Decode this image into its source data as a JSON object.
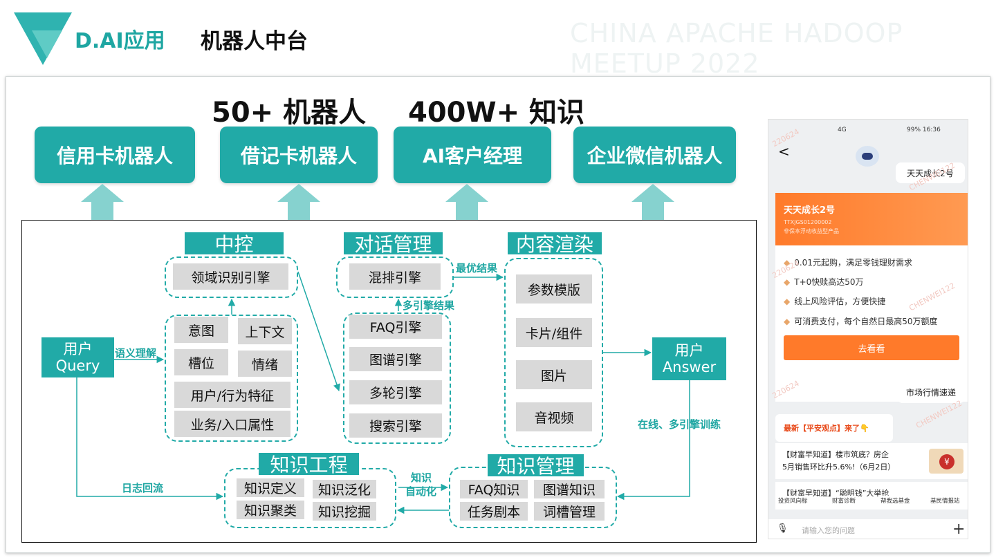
{
  "header": {
    "brand": "D.AI应用",
    "title": "机器人中台",
    "watermark": "CHINA APACHE HADOOP MEETUP 2022"
  },
  "stats": [
    "50+ 机器人",
    "400W+ 知识"
  ],
  "robots": [
    "信用卡机器人",
    "借记卡机器人",
    "AI客户经理",
    "企业微信机器人"
  ],
  "diagram": {
    "user_query": {
      "line1": "用户",
      "line2": "Query"
    },
    "user_answer": {
      "line1": "用户",
      "line2": "Answer"
    },
    "zhongkong": {
      "title": "中控",
      "engine": "领域识别引擎",
      "features": [
        "意图",
        "上下文",
        "槽位",
        "情绪",
        "用户/行为特征",
        "业务/入口属性"
      ]
    },
    "dialog": {
      "title": "对话管理",
      "mix": "混排引擎",
      "engines": [
        "FAQ引擎",
        "图谱引擎",
        "多轮引擎",
        "搜索引擎"
      ]
    },
    "render": {
      "title": "内容渲染",
      "items": [
        "参数模版",
        "卡片/组件",
        "图片",
        "音视频"
      ]
    },
    "k_eng": {
      "title": "知识工程",
      "items": [
        "知识定义",
        "知识泛化",
        "知识聚类",
        "知识挖掘"
      ]
    },
    "k_mgmt": {
      "title": "知识管理",
      "items": [
        "FAQ知识",
        "图谱知识",
        "任务剧本",
        "词槽管理"
      ]
    },
    "labels": {
      "semantic": "语义理解",
      "best": "最优结果",
      "multi": "多引擎结果",
      "log": "日志回流",
      "auto1": "知识",
      "auto2": "自动化",
      "online": "在线、多引擎训练"
    }
  },
  "phone": {
    "status_left": "4G ",
    "status_right": "99% 16:36",
    "back": "<",
    "user_msg1": "天天成长2号",
    "card_title": "天天成长2号",
    "card_code": "TTXJGS01200002",
    "card_sub": "非保本浮动收益型产品",
    "features": [
      "0.01元起购，满足零钱理财需求",
      "T+0快赎高达50万",
      "线上风险评估，方便快捷",
      "可消费支付，每个自然日最高50万额度"
    ],
    "card_btn": "去看看",
    "user_msg2": "市场行情速递",
    "news_title": "最新【平安观点】来了👇",
    "news1_a": "【财富早知道】楼市筑底？房企",
    "news1_b": "5月销售环比升5.6%!（6月2日）",
    "news2_a": "【财富早知道】“聪明钱”大举抢",
    "quick": [
      "投资风向标",
      "财富诊断",
      "帮我选基金",
      "基民情报站"
    ],
    "input_placeholder": "请输入您的问题",
    "plus": "+",
    "mic": "🎙",
    "watermark": "CHENWEI122",
    "watermark2": "220624"
  },
  "colors": {
    "teal": "#21aaa7",
    "arrow": "#86d2cf",
    "orange": "#ff7a2a"
  }
}
